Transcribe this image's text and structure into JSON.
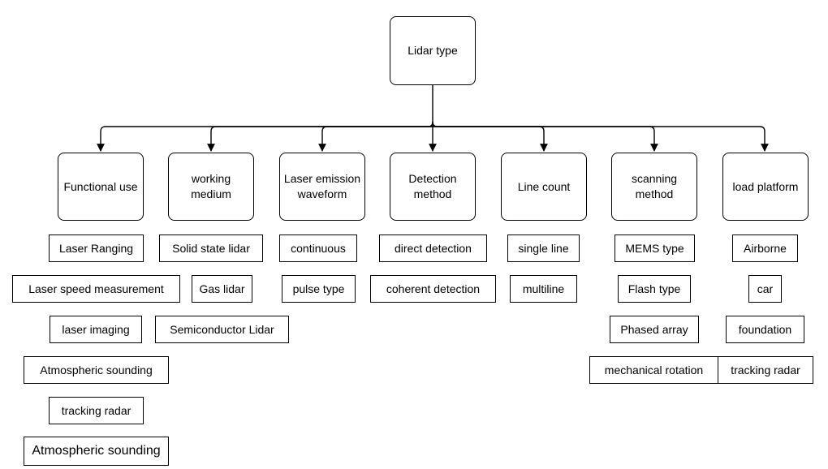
{
  "root": {
    "label": "Lidar type"
  },
  "categories": [
    {
      "label": "Functional use",
      "items": [
        "Laser Ranging",
        "Laser speed measurement",
        "laser imaging",
        "Atmospheric sounding",
        "tracking radar",
        "Atmospheric sounding"
      ]
    },
    {
      "label": "working medium",
      "items": [
        "Solid state lidar",
        "Gas lidar",
        "Semiconductor Lidar"
      ]
    },
    {
      "label": "Laser emission waveform",
      "items": [
        "continuous",
        "pulse type"
      ]
    },
    {
      "label": "Detection method",
      "items": [
        "direct detection",
        "coherent detection"
      ]
    },
    {
      "label": "Line count",
      "items": [
        "single line",
        "multiline"
      ]
    },
    {
      "label": "scanning method",
      "items": [
        "MEMS type",
        "Flash type",
        "Phased array",
        "mechanical rotation"
      ]
    },
    {
      "label": "load platform",
      "items": [
        "Airborne",
        "car",
        "foundation",
        "tracking radar"
      ]
    }
  ]
}
